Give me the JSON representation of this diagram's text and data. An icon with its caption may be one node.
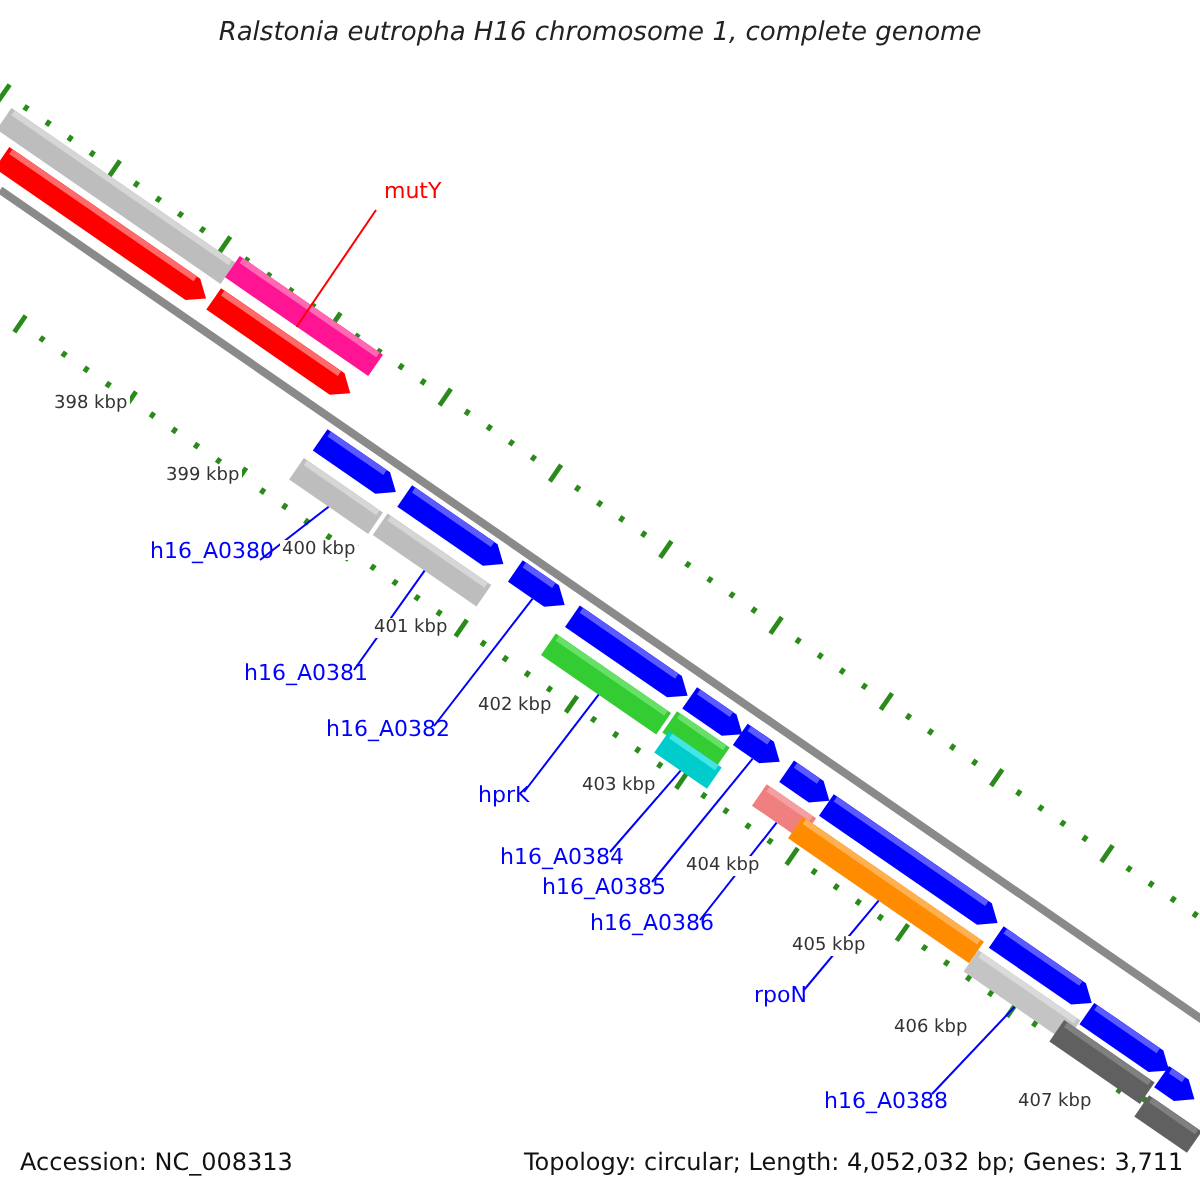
{
  "diagram": {
    "title": "Ralstonia eutropha H16 chromosome 1, complete genome",
    "nodes": [
      {
        "text": [
          "mutY"
        ]
      },
      {
        "text": [
          "h16_A0380"
        ]
      },
      {
        "text": [
          "h16_A0381"
        ]
      },
      {
        "text": [
          "h16_A0382"
        ]
      },
      {
        "text": [
          "hprK"
        ]
      },
      {
        "text": [
          "h16_A0384"
        ]
      },
      {
        "text": [
          "h16_A0385"
        ]
      },
      {
        "text": [
          "h16_A0386"
        ]
      },
      {
        "text": [
          "rpoN"
        ]
      },
      {
        "text": [
          "h16_A0388"
        ]
      },
      {
        "text": [],
        "shape": "bar"
      },
      {
        "text": [],
        "shape": "arrow"
      },
      {
        "text": [],
        "shape": "bar"
      },
      {
        "text": [],
        "shape": "arrow"
      },
      {
        "text": [],
        "shape": "arrow"
      },
      {
        "text": [],
        "shape": "bar"
      },
      {
        "text": [],
        "shape": "arrow"
      },
      {
        "text": [],
        "shape": "bar"
      },
      {
        "text": [],
        "shape": "arrow"
      },
      {
        "text": [],
        "shape": "arrow"
      },
      {
        "text": [],
        "shape": "bar"
      },
      {
        "text": [],
        "shape": "arrow"
      },
      {
        "text": [],
        "shape": "bar"
      },
      {
        "text": [],
        "shape": "bar"
      },
      {
        "text": [],
        "shape": "arrow"
      },
      {
        "text": [],
        "shape": "arrow"
      },
      {
        "text": [],
        "shape": "bar"
      },
      {
        "text": [],
        "shape": "arrow"
      },
      {
        "text": [],
        "shape": "bar"
      },
      {
        "text": [],
        "shape": "arrow"
      },
      {
        "text": [],
        "shape": "bar"
      },
      {
        "text": [],
        "shape": "arrow"
      },
      {
        "text": [],
        "shape": "bar"
      },
      {
        "text": [],
        "shape": "arrow"
      },
      {
        "text": [],
        "shape": "bar"
      }
    ],
    "edges": [
      {
        "from": 0,
        "to": 12,
        "arrow": "none",
        "color": "#ff0000"
      },
      {
        "from": 1,
        "to": 15,
        "arrow": "none"
      },
      {
        "from": 2,
        "to": 17,
        "arrow": "none"
      },
      {
        "from": 3,
        "to": 18,
        "arrow": "none"
      },
      {
        "from": 4,
        "to": 20,
        "arrow": "none"
      },
      {
        "from": 5,
        "to": 23,
        "arrow": "none"
      },
      {
        "from": 6,
        "to": 24,
        "arrow": "none"
      },
      {
        "from": 7,
        "to": 26,
        "arrow": "none"
      },
      {
        "from": 8,
        "to": 28,
        "arrow": "none"
      },
      {
        "from": 9,
        "to": 30,
        "arrow": "none"
      }
    ],
    "labels": [
      "398 kbp",
      "399 kbp",
      "400 kbp",
      "401 kbp",
      "402 kbp",
      "403 kbp",
      "404 kbp",
      "405 kbp",
      "406 kbp",
      "407 kbp",
      "Accession: NC_008313",
      "Topology: circular; Length: 4,052,032 bp; Genes: 3,711"
    ]
  }
}
